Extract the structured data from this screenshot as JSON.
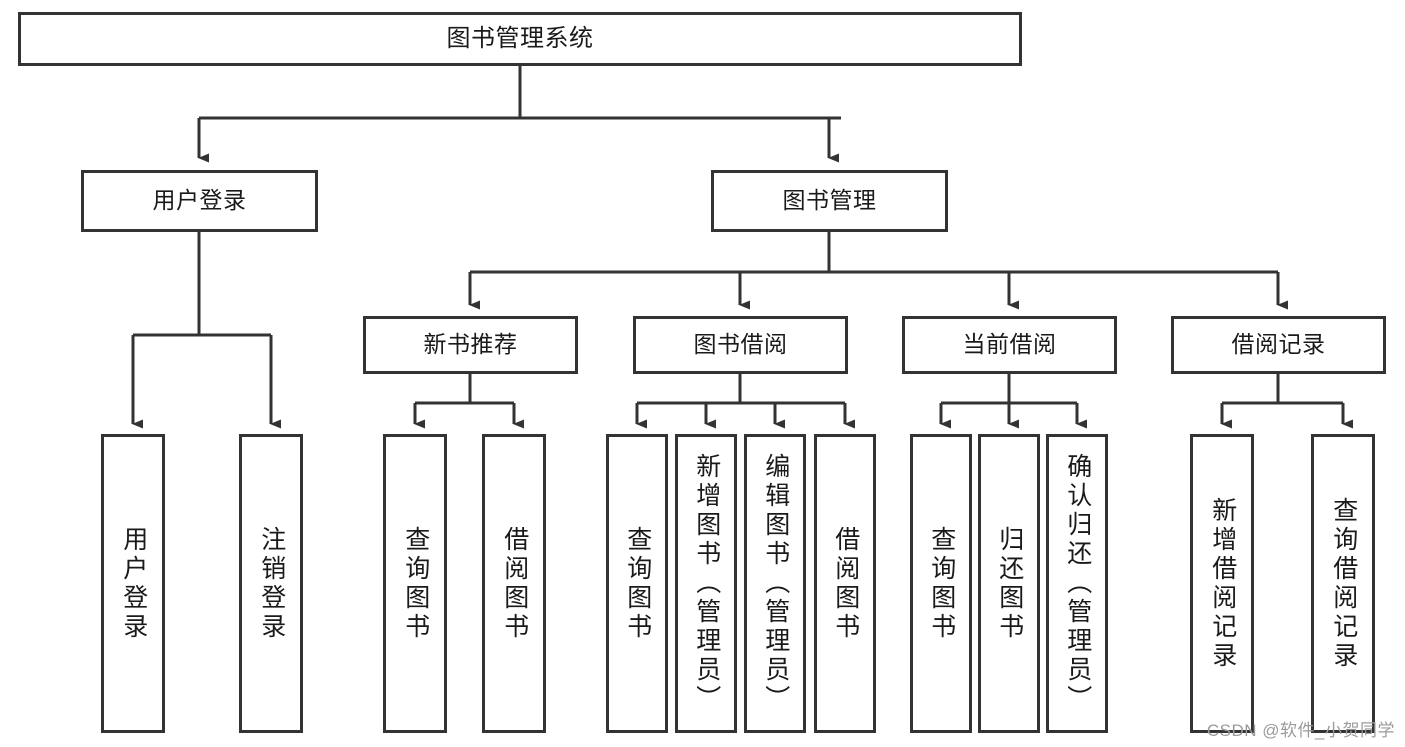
{
  "diagram": {
    "title": "图书管理系统",
    "type": "tree-hierarchy",
    "colors": {
      "stroke": "#333333",
      "fill": "#ffffff",
      "text": "#1a1a1a",
      "watermark": "#9b9b9b"
    },
    "nodes": {
      "root": {
        "label": "图书管理系统"
      },
      "level2": [
        {
          "label": "用户登录"
        },
        {
          "label": "图书管理"
        }
      ],
      "level3": [
        {
          "label": "新书推荐"
        },
        {
          "label": "图书借阅"
        },
        {
          "label": "当前借阅"
        },
        {
          "label": "借阅记录"
        }
      ],
      "leaves_user_login": [
        {
          "label": "用户登录"
        },
        {
          "label": "注销登录"
        }
      ],
      "leaves_new_book": [
        {
          "label": "查询图书"
        },
        {
          "label": "借阅图书"
        }
      ],
      "leaves_borrow": [
        {
          "label": "查询图书"
        },
        {
          "label": "新增图书（管理员）"
        },
        {
          "label": "编辑图书（管理员）"
        },
        {
          "label": "借阅图书"
        }
      ],
      "leaves_current": [
        {
          "label": "查询图书"
        },
        {
          "label": "归还图书"
        },
        {
          "label": "确认归还（管理员）"
        }
      ],
      "leaves_records": [
        {
          "label": "新增借阅记录"
        },
        {
          "label": "查询借阅记录"
        }
      ]
    },
    "watermark": "CSDN @软件_小贺同学"
  }
}
